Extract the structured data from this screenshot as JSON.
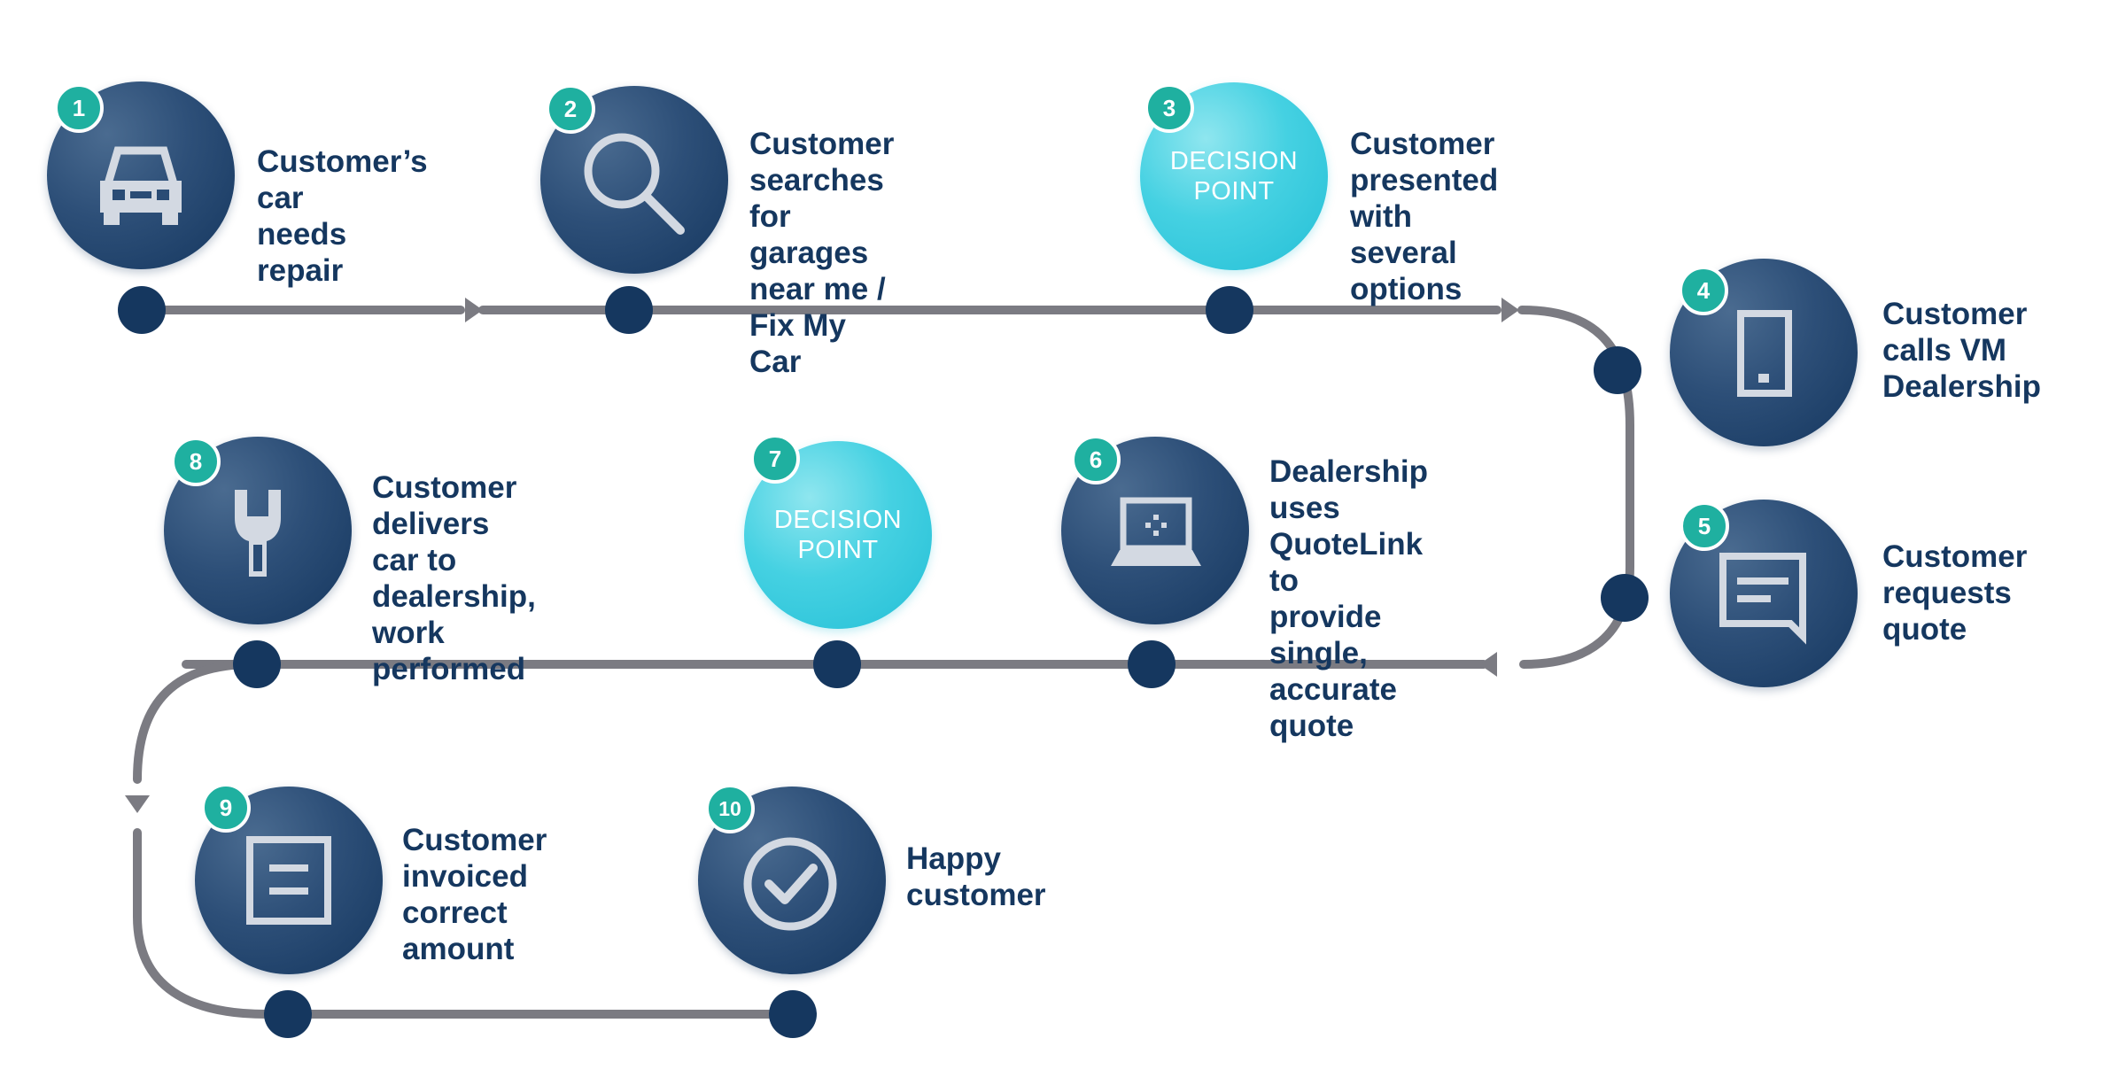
{
  "steps": [
    {
      "number": "1",
      "label": "Customer’s car\nneeds repair",
      "icon": "car-icon"
    },
    {
      "number": "2",
      "label": "Customer searches\nfor garages near me /\nFix My Car",
      "icon": "search-icon"
    },
    {
      "number": "3",
      "label": "Customer\npresented with\nseveral options",
      "decision": "DECISION\nPOINT"
    },
    {
      "number": "4",
      "label": "Customer\ncalls VM\nDealership",
      "icon": "phone-icon"
    },
    {
      "number": "5",
      "label": "Customer\nrequests\nquote",
      "icon": "chat-bubble-icon"
    },
    {
      "number": "6",
      "label": "Dealership uses\nQuoteLink to\nprovide single,\naccurate quote",
      "icon": "laptop-icon"
    },
    {
      "number": "7",
      "label": "",
      "decision": "DECISION\nPOINT"
    },
    {
      "number": "8",
      "label": "Customer delivers\ncar to dealership,\nwork performed",
      "icon": "wrench-icon"
    },
    {
      "number": "9",
      "label": "Customer\ninvoiced\ncorrect amount",
      "icon": "invoice-icon"
    },
    {
      "number": "10",
      "label": "Happy\ncustomer",
      "icon": "check-circle-icon"
    }
  ],
  "colors": {
    "navy": "#15375f",
    "teal_badge": "#1fb0a0",
    "decision_cyan": "#2fc8dc",
    "track_gray": "#7b7b82",
    "icon_light": "#d3d9e2"
  }
}
